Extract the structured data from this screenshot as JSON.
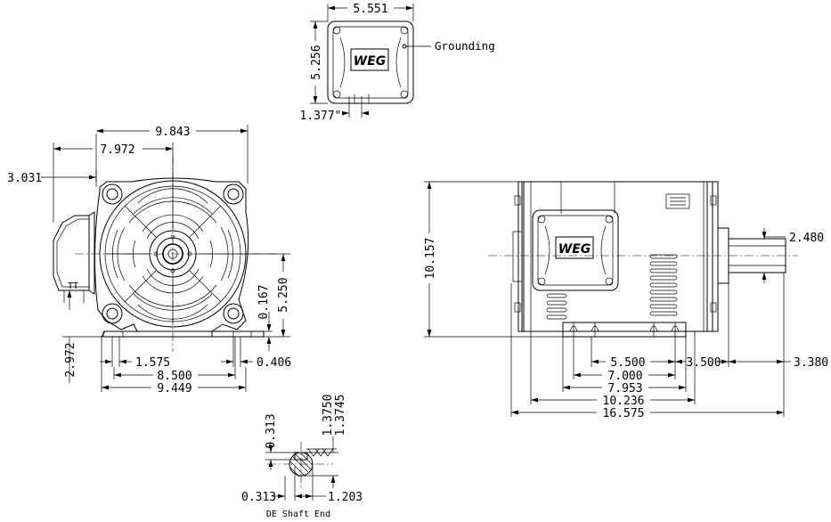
{
  "brand": {
    "logo_text": "WEG"
  },
  "top_box": {
    "width": "5.551",
    "height": "5.256",
    "offset": "1.377\"",
    "grounding_label": "Grounding"
  },
  "end_view": {
    "overall": "9.843",
    "to_box": "7.972",
    "box_offset": "3.031",
    "foot_height": "2.972",
    "hole_spacing": "1.575",
    "foot_spacing": "8.500",
    "base_width": "9.449",
    "slot": "0.406",
    "shaft_offset": "0.167",
    "center_height": "5.250"
  },
  "side_view": {
    "height": "10.157",
    "shaft_dia": "2.480",
    "foot_holes": "5.500",
    "shaft_from_hole": "3.500",
    "shaft_length": "3.380",
    "foot_len": "7.000",
    "foot_base": "7.953",
    "body_len": "10.236",
    "overall_len": "16.575"
  },
  "shaft_end": {
    "key_height": "0.313",
    "dia_max": "1.3750",
    "dia_min": "1.3745",
    "key_width": "0.313",
    "key_depth": "1.203",
    "title": "DE Shaft End"
  }
}
